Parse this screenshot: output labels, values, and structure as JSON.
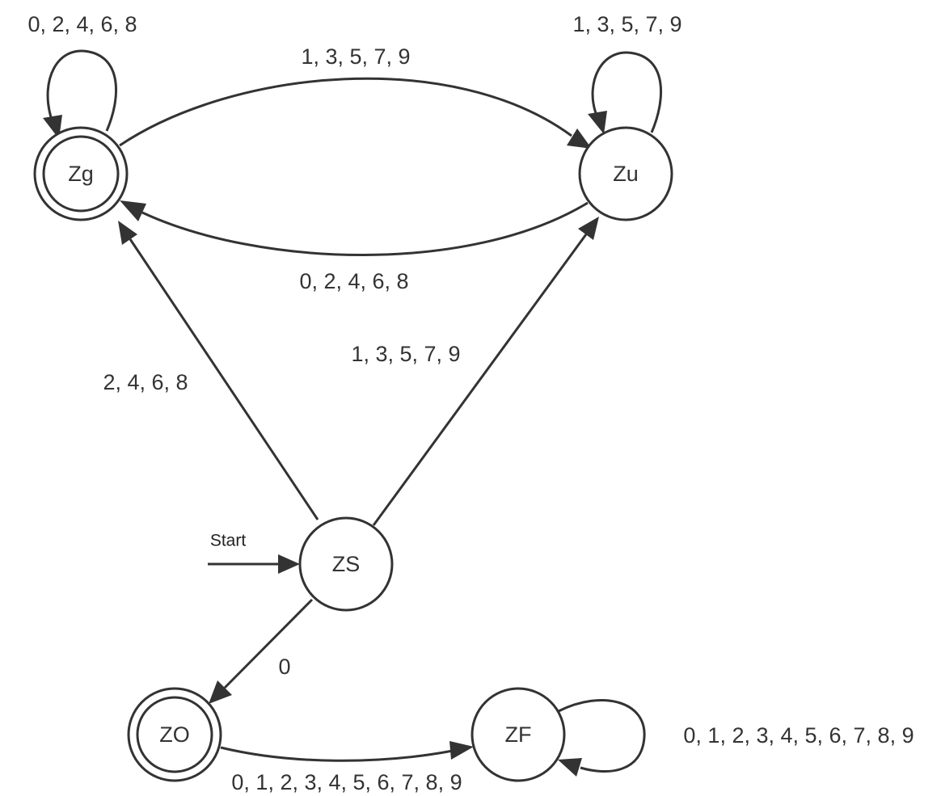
{
  "diagram": {
    "type": "finite-state-automaton",
    "start_label": "Start",
    "states": {
      "zg": {
        "label": "Zg",
        "accepting": true
      },
      "zu": {
        "label": "Zu",
        "accepting": false
      },
      "zs": {
        "label": "ZS",
        "accepting": false,
        "initial": true
      },
      "zo": {
        "label": "ZO",
        "accepting": true
      },
      "zf": {
        "label": "ZF",
        "accepting": false
      }
    },
    "transitions": {
      "zg_self": {
        "from": "Zg",
        "to": "Zg",
        "label": "0, 2, 4, 6, 8"
      },
      "zg_zu": {
        "from": "Zg",
        "to": "Zu",
        "label": "1, 3, 5, 7, 9"
      },
      "zu_self": {
        "from": "Zu",
        "to": "Zu",
        "label": "1, 3, 5, 7, 9"
      },
      "zu_zg": {
        "from": "Zu",
        "to": "Zg",
        "label": "0, 2, 4, 6, 8"
      },
      "zs_zg": {
        "from": "ZS",
        "to": "Zg",
        "label": "2, 4, 6, 8"
      },
      "zs_zu": {
        "from": "ZS",
        "to": "Zu",
        "label": "1, 3, 5, 7, 9"
      },
      "zs_zo": {
        "from": "ZS",
        "to": "ZO",
        "label": "0"
      },
      "zo_zf": {
        "from": "ZO",
        "to": "ZF",
        "label": "0, 1, 2, 3, 4, 5, 6, 7, 8, 9"
      },
      "zf_self": {
        "from": "ZF",
        "to": "ZF",
        "label": "0, 1, 2, 3, 4, 5, 6, 7, 8, 9"
      }
    }
  }
}
